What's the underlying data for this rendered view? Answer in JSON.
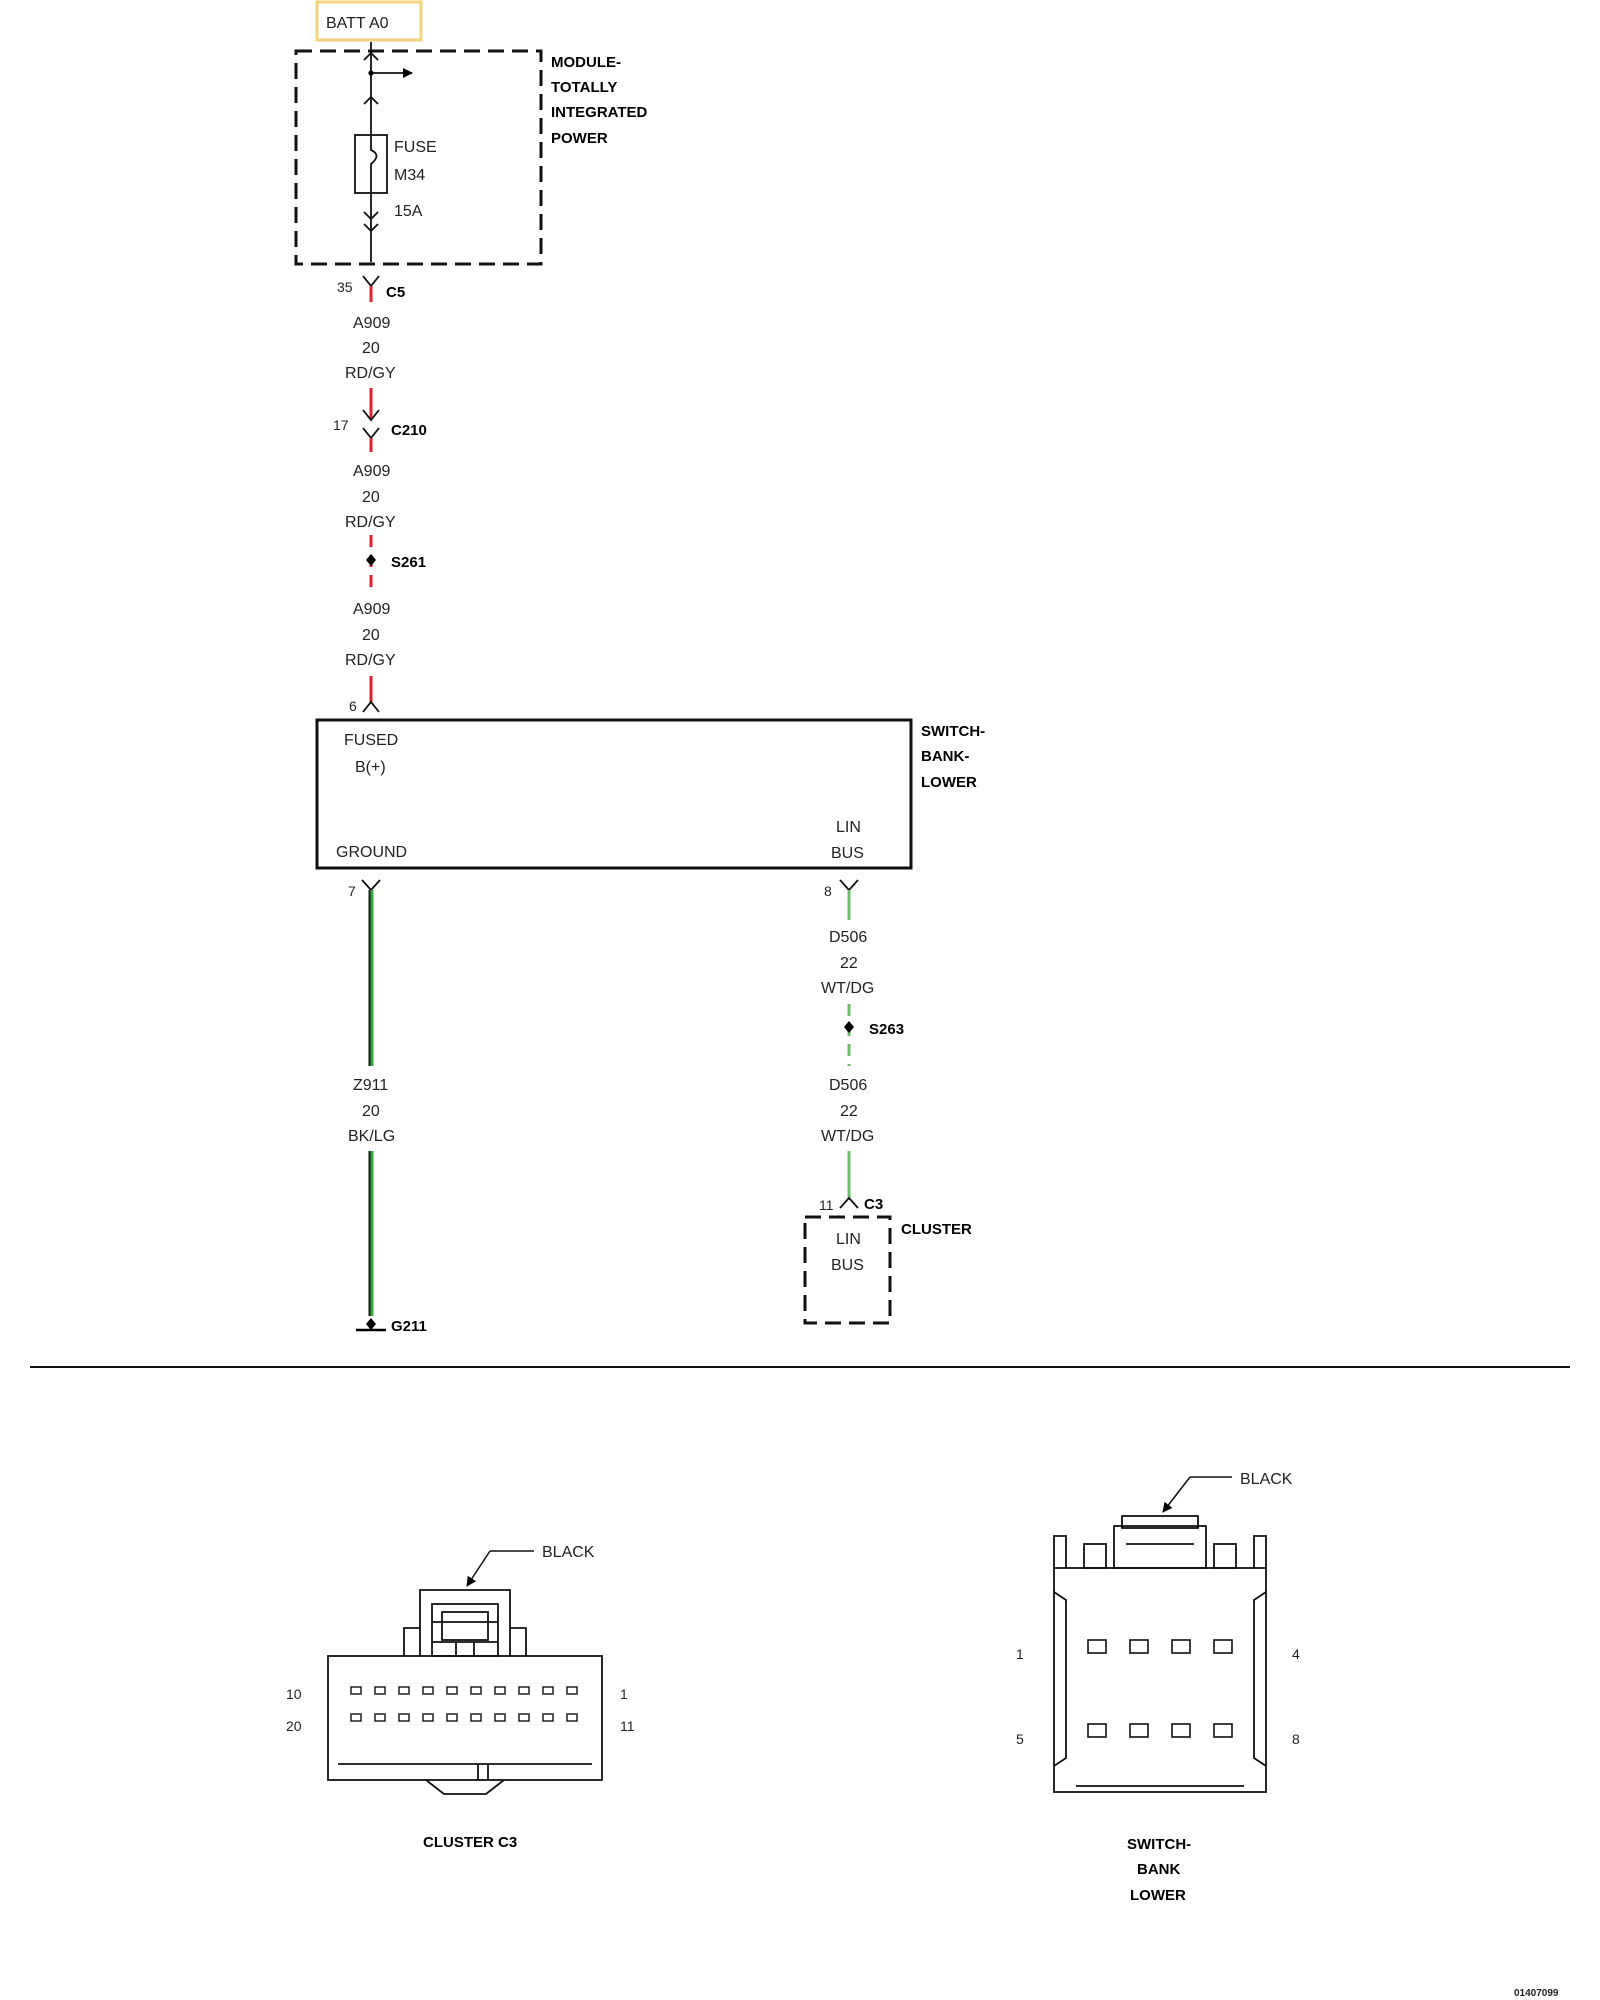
{
  "source": {
    "label": "BATT A0",
    "highlight_color": "#f3d27a"
  },
  "module": {
    "name_lines": [
      "MODULE-",
      "TOTALLY",
      "INTEGRATED",
      "POWER"
    ]
  },
  "fuse": {
    "label": "FUSE",
    "id": "M34",
    "rating": "15A"
  },
  "connectors": {
    "c5": {
      "pin": "35",
      "name": "C5"
    },
    "c210": {
      "pin": "17",
      "name": "C210"
    },
    "s261": {
      "name": "S261"
    },
    "s263": {
      "name": "S263"
    },
    "switch_pin6": "6",
    "switch_pin7": "7",
    "switch_pin8": "8",
    "cluster_c3": {
      "pin": "11",
      "name": "C3"
    },
    "ground": {
      "name": "G211"
    }
  },
  "wire_a909": {
    "circuit": "A909",
    "gauge": "20",
    "color": "RD/GY",
    "hex": "#e0202a"
  },
  "wire_z911": {
    "circuit": "Z911",
    "gauge": "20",
    "color": "BK/LG",
    "hex": "#2eaa3a"
  },
  "wire_d506": {
    "circuit": "D506",
    "gauge": "22",
    "color": "WT/DG",
    "hex": "#6cbf6a"
  },
  "switch_bank": {
    "name_lines": [
      "SWITCH-",
      "BANK-",
      "LOWER"
    ],
    "fused_lines": [
      "FUSED",
      "B(+)"
    ],
    "ground": "GROUND",
    "lin_lines": [
      "LIN",
      "BUS"
    ]
  },
  "cluster": {
    "name": "CLUSTER",
    "lin_lines": [
      "LIN",
      "BUS"
    ]
  },
  "cluster_c3_view": {
    "color": "BLACK",
    "pin_10": "10",
    "pin_20": "20",
    "pin_1": "1",
    "pin_11": "11",
    "caption": "CLUSTER C3"
  },
  "switch_bank_view": {
    "color": "BLACK",
    "pin_1": "1",
    "pin_4": "4",
    "pin_5": "5",
    "pin_8": "8",
    "caption_lines": [
      "SWITCH-",
      "BANK",
      "LOWER"
    ]
  },
  "figure_id": "01407099"
}
